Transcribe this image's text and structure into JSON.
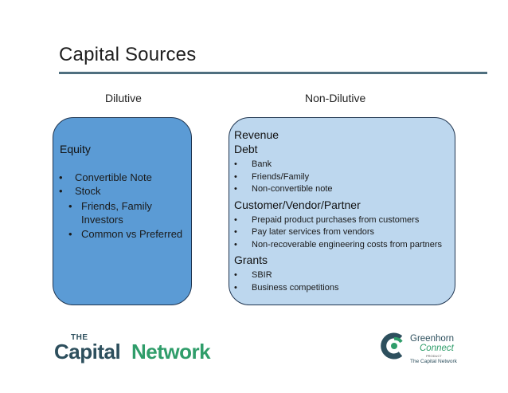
{
  "title": "Capital Sources",
  "columns": {
    "left": "Dilutive",
    "right": "Non-Dilutive"
  },
  "equity": {
    "heading": "Equity",
    "items": [
      {
        "label": "Convertible Note"
      },
      {
        "label": "Stock",
        "sub": [
          "Friends, Family Investors",
          "Common vs Preferred"
        ]
      }
    ]
  },
  "non_dilutive": {
    "revenue": "Revenue",
    "debt": {
      "heading": "Debt",
      "items": [
        "Bank",
        "Friends/Family",
        "Non-convertible note"
      ]
    },
    "customer": {
      "heading": "Customer/Vendor/Partner",
      "items": [
        "Prepaid product purchases from customers",
        "Pay later services from vendors",
        "Non-recoverable engineering costs from partners"
      ]
    },
    "grants": {
      "heading": "Grants",
      "items": [
        "SBIR",
        "Business competitions"
      ]
    }
  },
  "bullet_glyph": "•",
  "logo_left": {
    "the": "THE",
    "capital": "Capital",
    "network": "Network"
  },
  "logo_right": {
    "line1": "Greenhorn",
    "line2": "Connect",
    "small": "PRODUCT",
    "tcn": "The Capital Network"
  },
  "colors": {
    "accent_rule": "#4f6f7f",
    "dilutive_box": "#5b9bd5",
    "non_dilutive_box": "#bdd7ee",
    "box_border": "#1f3550",
    "logo_dark": "#2d4f5d",
    "logo_green": "#2f9d6a"
  }
}
